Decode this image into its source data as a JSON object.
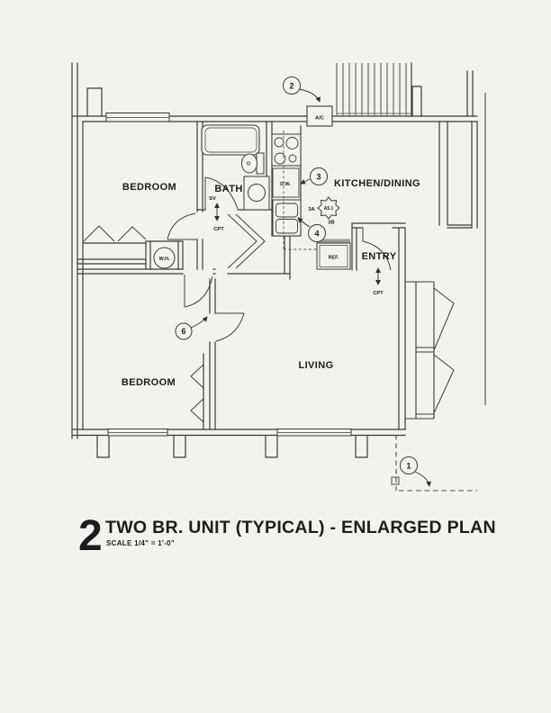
{
  "title_block": {
    "detail_number": "2",
    "title": "TWO BR. UNIT (TYPICAL) - ENLARGED PLAN",
    "scale_note": "SCALE 1/4\" = 1'-0\""
  },
  "rooms": [
    {
      "label": "BEDROOM"
    },
    {
      "label": "BATH"
    },
    {
      "label": "KITCHEN/DINING"
    },
    {
      "label": "ENTRY"
    },
    {
      "label": "LIVING"
    },
    {
      "label": "BEDROOM"
    }
  ],
  "fixtures": {
    "ac": "A/C",
    "dw": "D.W.",
    "ref": "REF.",
    "wh": "W.H."
  },
  "floor_finish_tags": {
    "bath_sv": "SV",
    "bath_cpt": "CPT",
    "entry_cpt": "CPT"
  },
  "callouts": {
    "c1": "1",
    "c2": "2",
    "c3": "3",
    "c4": "4",
    "c6": "6"
  },
  "detail_marker": {
    "prefix": "3A",
    "sheet": "A5.1",
    "suffix": "3B"
  },
  "colors": {
    "paper": "#f3f2ee",
    "ink": "#3b3b3b"
  }
}
